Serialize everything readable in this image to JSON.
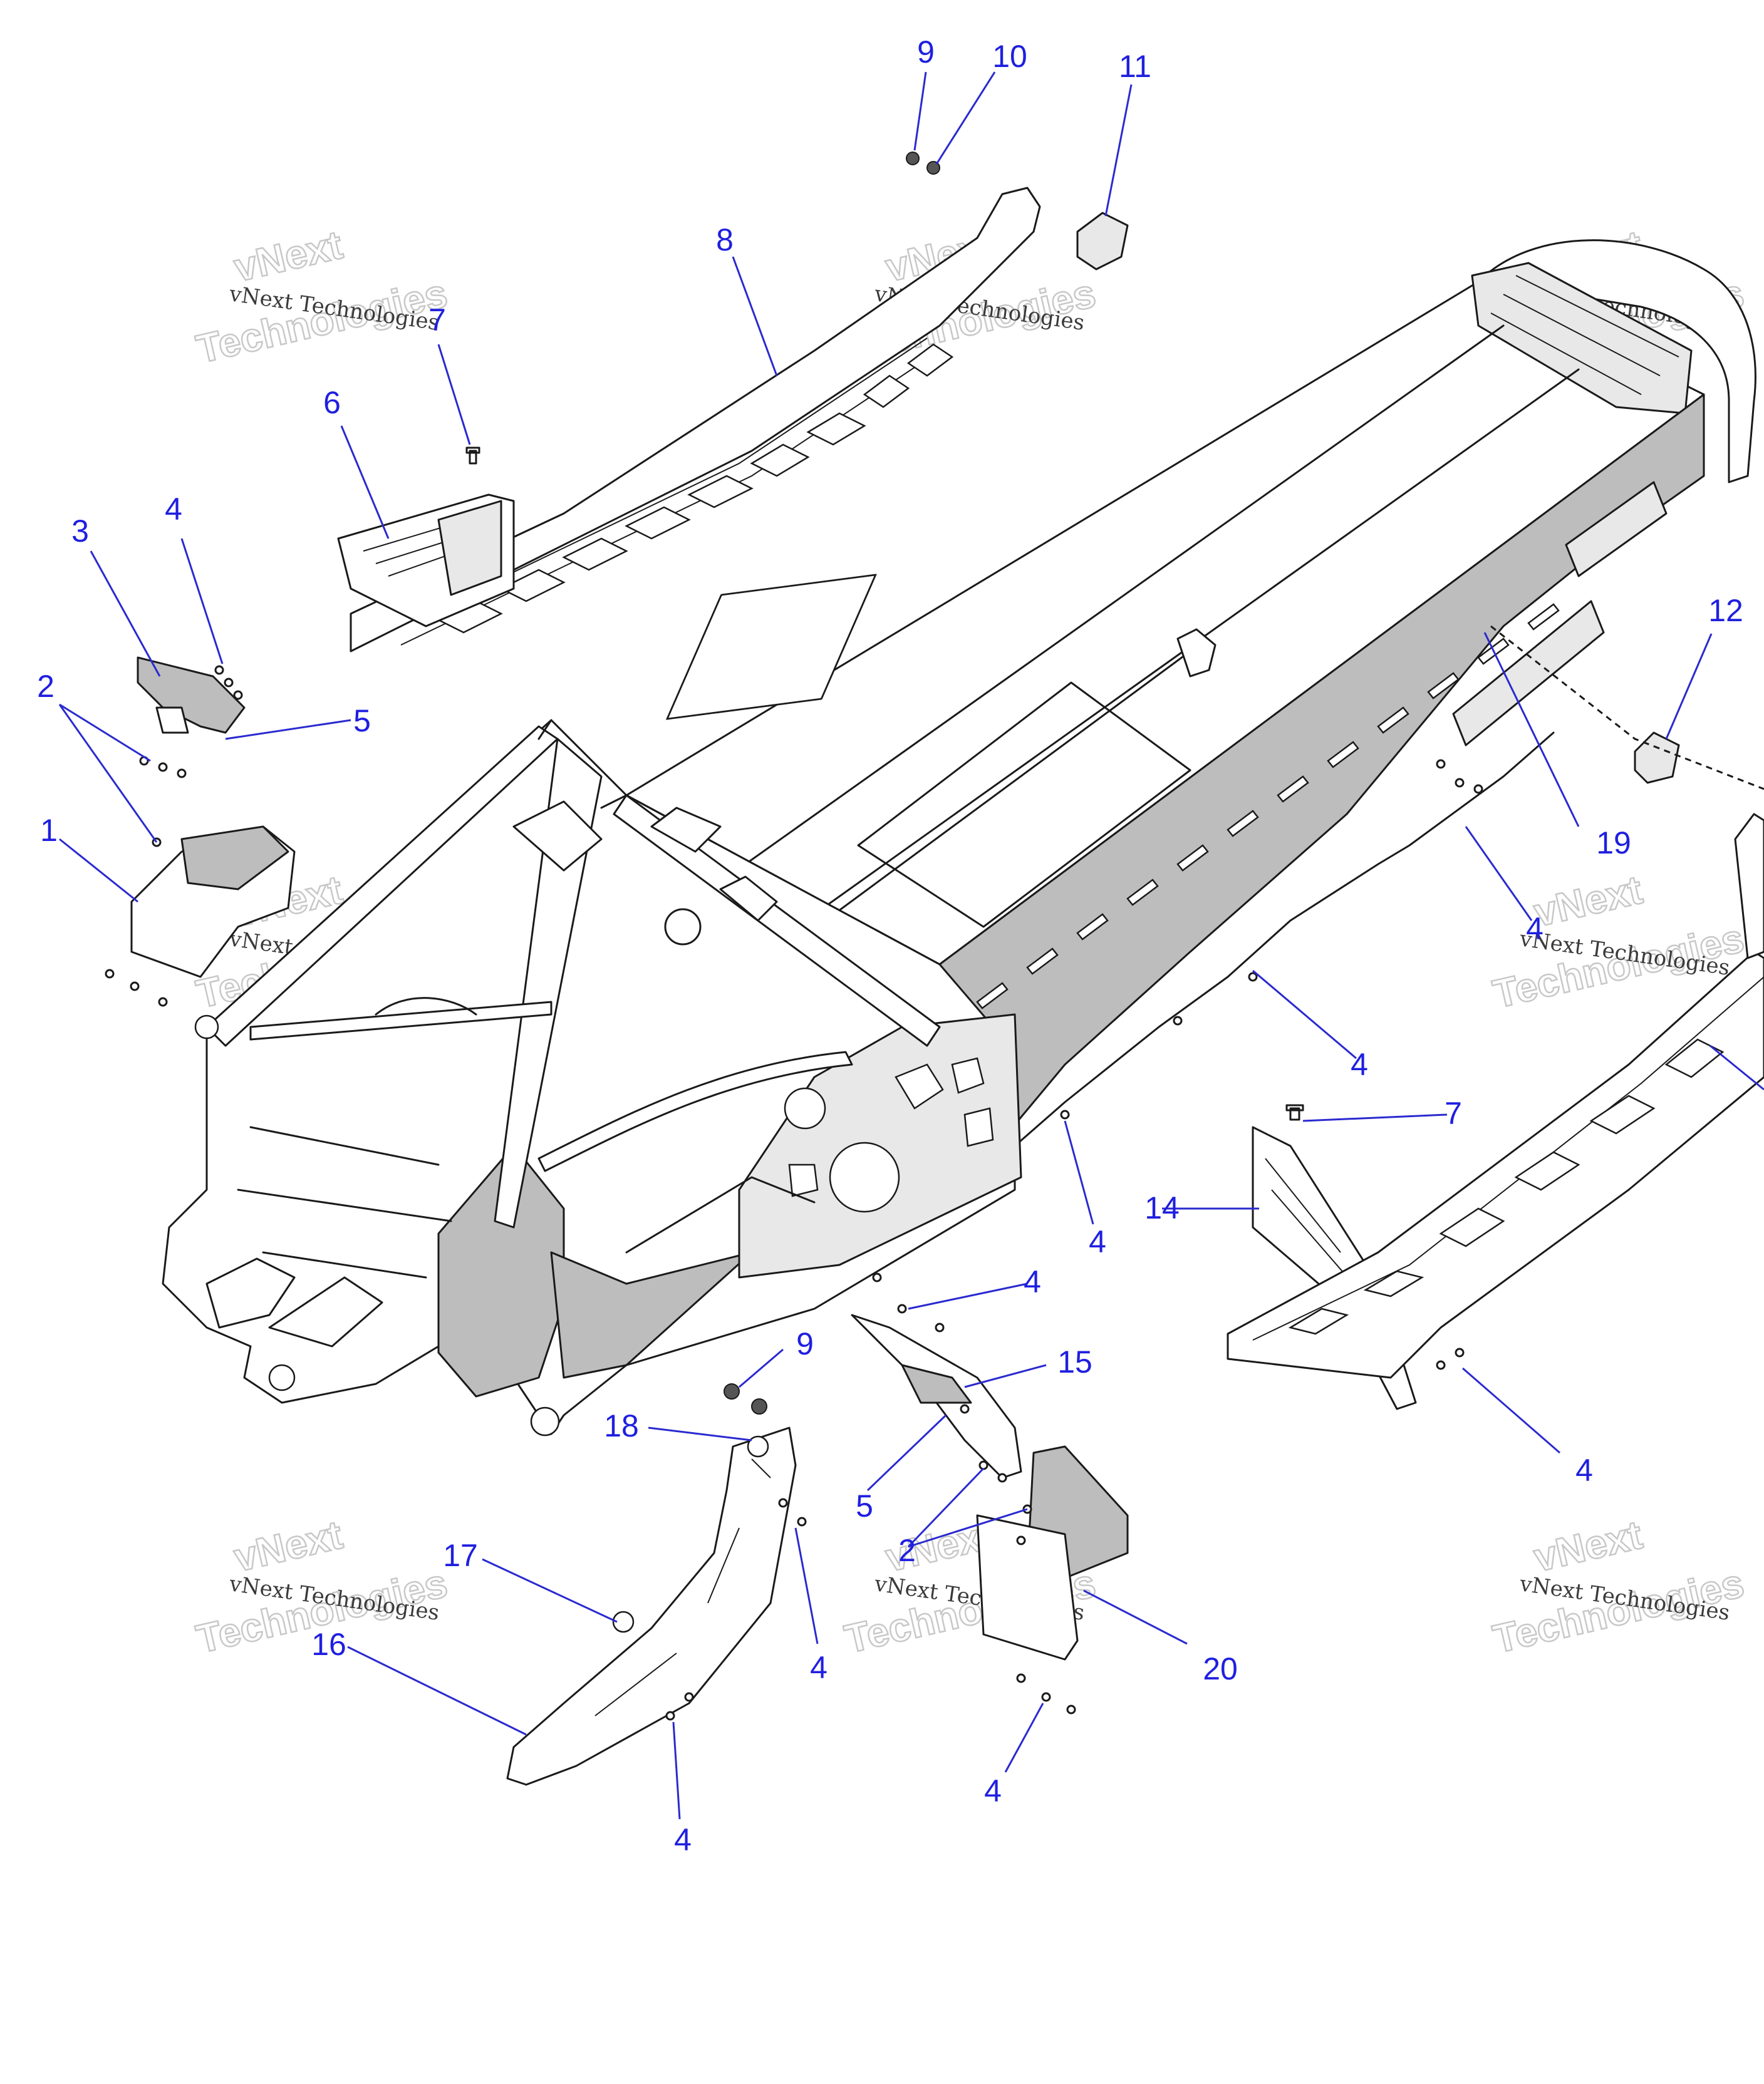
{
  "callouts": {
    "c1": "1",
    "c2a": "2",
    "c2b": "2",
    "c3": "3",
    "c4a": "4",
    "c4b": "4",
    "c4c": "4",
    "c4d": "4",
    "c4e": "4",
    "c4f": "4",
    "c4g": "4",
    "c4h": "4",
    "c4i": "4",
    "c5a": "5",
    "c5b": "5",
    "c6": "6",
    "c7a": "7",
    "c7b": "7",
    "c8": "8",
    "c9a": "9",
    "c9b": "9",
    "c10": "10",
    "c11": "11",
    "c12": "12",
    "c14": "14",
    "c15": "15",
    "c16": "16",
    "c17": "17",
    "c18": "18",
    "c19": "19",
    "c20": "20"
  },
  "watermark": {
    "line1": "vNext Technologies",
    "line2": "vNext",
    "line3": "Technologies"
  },
  "colors": {
    "callout": "#1f1fe0",
    "leader": "#2a2ad0",
    "shade": "#bdbdbd",
    "outline": "#1a1a1a"
  }
}
